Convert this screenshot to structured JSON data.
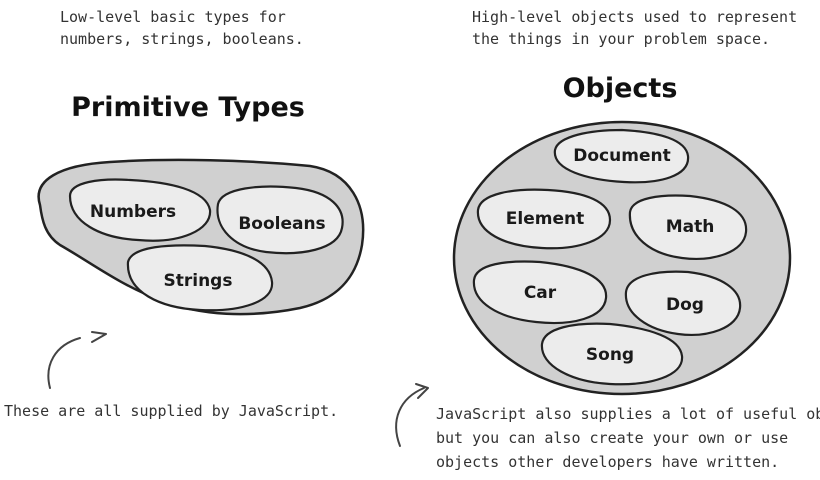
{
  "primitives": {
    "note": [
      "Low-level basic types for",
      "numbers, strings, booleans."
    ],
    "title": "Primitive Types",
    "items": [
      "Numbers",
      "Booleans",
      "Strings"
    ],
    "footnote": [
      "These are all supplied by JavaScript."
    ]
  },
  "objects": {
    "note": [
      "High-level objects used to represent",
      "the things in your problem space."
    ],
    "title": "Objects",
    "items": [
      "Document",
      "Element",
      "Math",
      "Car",
      "Dog",
      "Song"
    ],
    "footnote": [
      "JavaScript also supplies a lot of useful objects,",
      "but you can also create your own or use",
      "objects other developers have written."
    ]
  }
}
